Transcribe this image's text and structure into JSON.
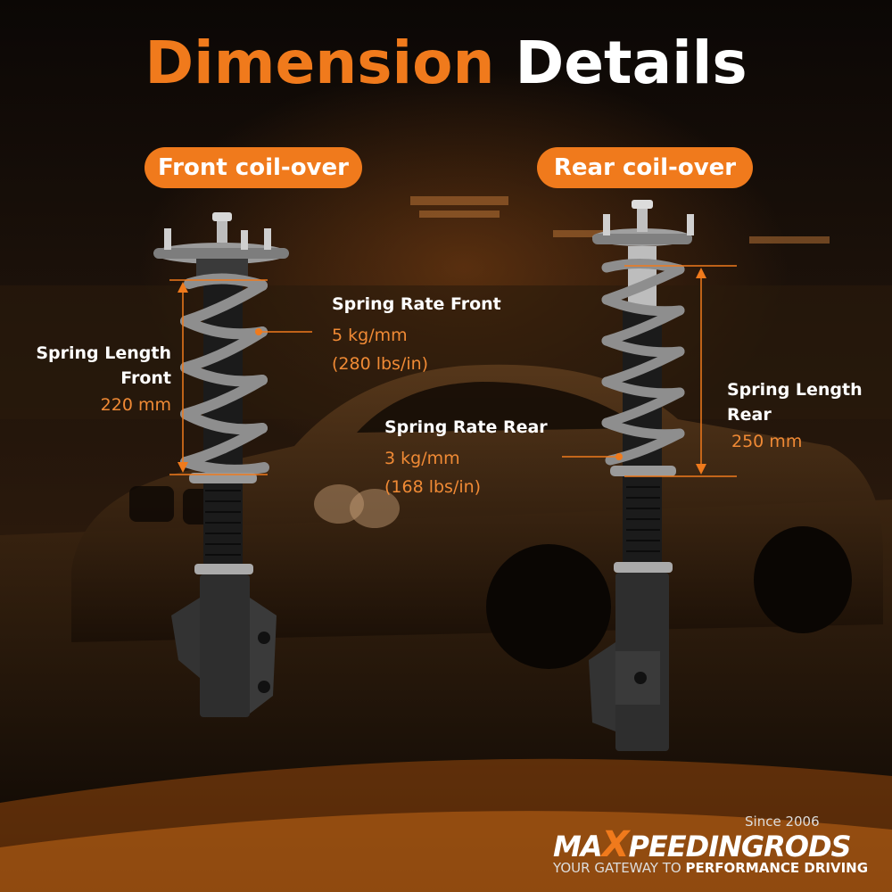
{
  "title": {
    "part1": "Dimension",
    "part2": "Details"
  },
  "front": {
    "pill": "Front coil-over",
    "spring_length_label_1": "Spring Length",
    "spring_length_label_2": "Front",
    "spring_length_value": "220 mm",
    "spring_rate_label": "Spring Rate Front",
    "spring_rate_value_1": "5 kg/mm",
    "spring_rate_value_2": "(280 lbs/in)"
  },
  "rear": {
    "pill": "Rear coil-over",
    "spring_length_label_1": "Spring Length",
    "spring_length_label_2": "Rear",
    "spring_length_value": "250 mm",
    "spring_rate_label": "Spring Rate Rear",
    "spring_rate_value_1": "3 kg/mm",
    "spring_rate_value_2": "(168 lbs/in)"
  },
  "brand": {
    "since": "Since 2006",
    "logo_a": "MA",
    "logo_x": "X",
    "logo_b": "PEEDINGRODS",
    "tagline_a": "YOUR GATEWAY TO ",
    "tagline_b": "PERFORMANCE DRIVING"
  },
  "colors": {
    "accent": "#f07a1c",
    "text": "#ffffff"
  }
}
